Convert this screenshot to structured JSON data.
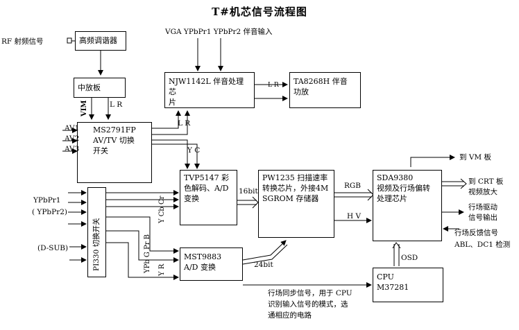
{
  "title": "T#机芯信号流程图",
  "blocks": {
    "tuner": "高频调谐器",
    "if_board": "中放板",
    "ms2791": {
      "line1": "MS2791FP",
      "line2": "AV/TV 切换",
      "line3": "开关"
    },
    "njw1142": {
      "line1": "NJW1142L 伴音处理芯",
      "line2": "片"
    },
    "ta8268": {
      "line1": "TA8268H 伴音",
      "line2": "功放"
    },
    "tvp5147": {
      "line1": "TVP5147 彩",
      "line2": "色解码、A/D",
      "line3": "变换"
    },
    "pw1235": {
      "line1": "PW1235 扫描速率",
      "line2": "转换芯片，外接4M",
      "line3": "SGROM 存储器"
    },
    "sda9380": {
      "line1": "SDA9380",
      "line2": "视频及行场偏转",
      "line3": "处理芯片"
    },
    "mst9883": {
      "line1": "MST9883",
      "line2": "A/D 变换"
    },
    "cpu": {
      "line1": "CPU",
      "line2": "M37281"
    },
    "pi330": "PI330 切换开关"
  },
  "labels": {
    "rf": "RF 射频信号",
    "vga": "VGA YPbPr1 YPbPr2 伴音输入",
    "vim": "VIM",
    "lr1": "L R",
    "lr2": "L R",
    "lr3": "L R",
    "av1": "AV1",
    "av2": "AV2",
    "av3": "AV3",
    "yc": "Y C",
    "ypbpr1": "YPbPr1",
    "ypbpr2": "( YPbPr2)",
    "dsub": "(D-SUB)",
    "ycbcr": "Y Cb Cr",
    "bit16": "16bit",
    "rgb": "RGB",
    "hv": "H V",
    "bit24": "24bit",
    "osd": "OSD",
    "pr_b": "Pr  B",
    "ypb_g": "YPb  G",
    "y_r": "Y  R",
    "to_vm": "到 VM 板",
    "to_crt1": "到 CRT 板",
    "to_crt2": "视频放大",
    "hdrive1": "行场驱动",
    "hdrive2": "信号输出",
    "feedback1": "行场反馈信号",
    "feedback2": "ABL、DC1 检测",
    "sync1": "行场同步信号，用于 CPU",
    "sync2": "识别输入信号的模式，选",
    "sync3": "通相应的电路"
  }
}
